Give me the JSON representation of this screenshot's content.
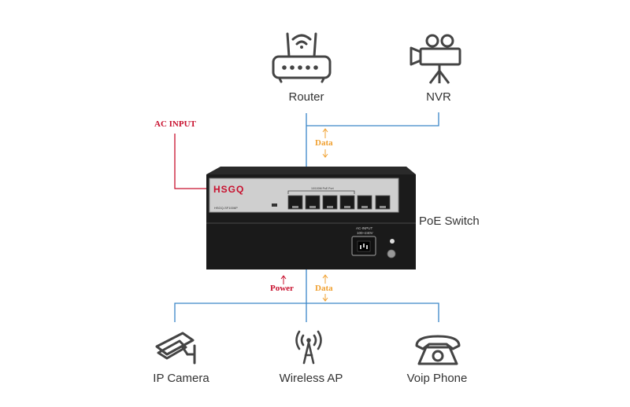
{
  "devices": {
    "router": "Router",
    "nvr": "NVR",
    "switch": "PoE Switch",
    "ip_camera": "IP Camera",
    "wireless_ap": "Wireless AP",
    "voip_phone": "Voip Phone"
  },
  "annotations": {
    "ac_input": "AC INPUT",
    "data_top": "Data",
    "data_bottom": "Data",
    "power": "Power"
  },
  "switch_panel": {
    "brand": "HSGQ",
    "model": "HSGQ-SF1006P",
    "ports_label": "10/100M PoE Port",
    "ac_label": "AC-INPUT",
    "voltage": "100~240V"
  },
  "colors": {
    "link_blue": "#3a86c8",
    "power_red": "#c8102e",
    "data_orange": "#f0a030",
    "icon_dark": "#444444"
  }
}
